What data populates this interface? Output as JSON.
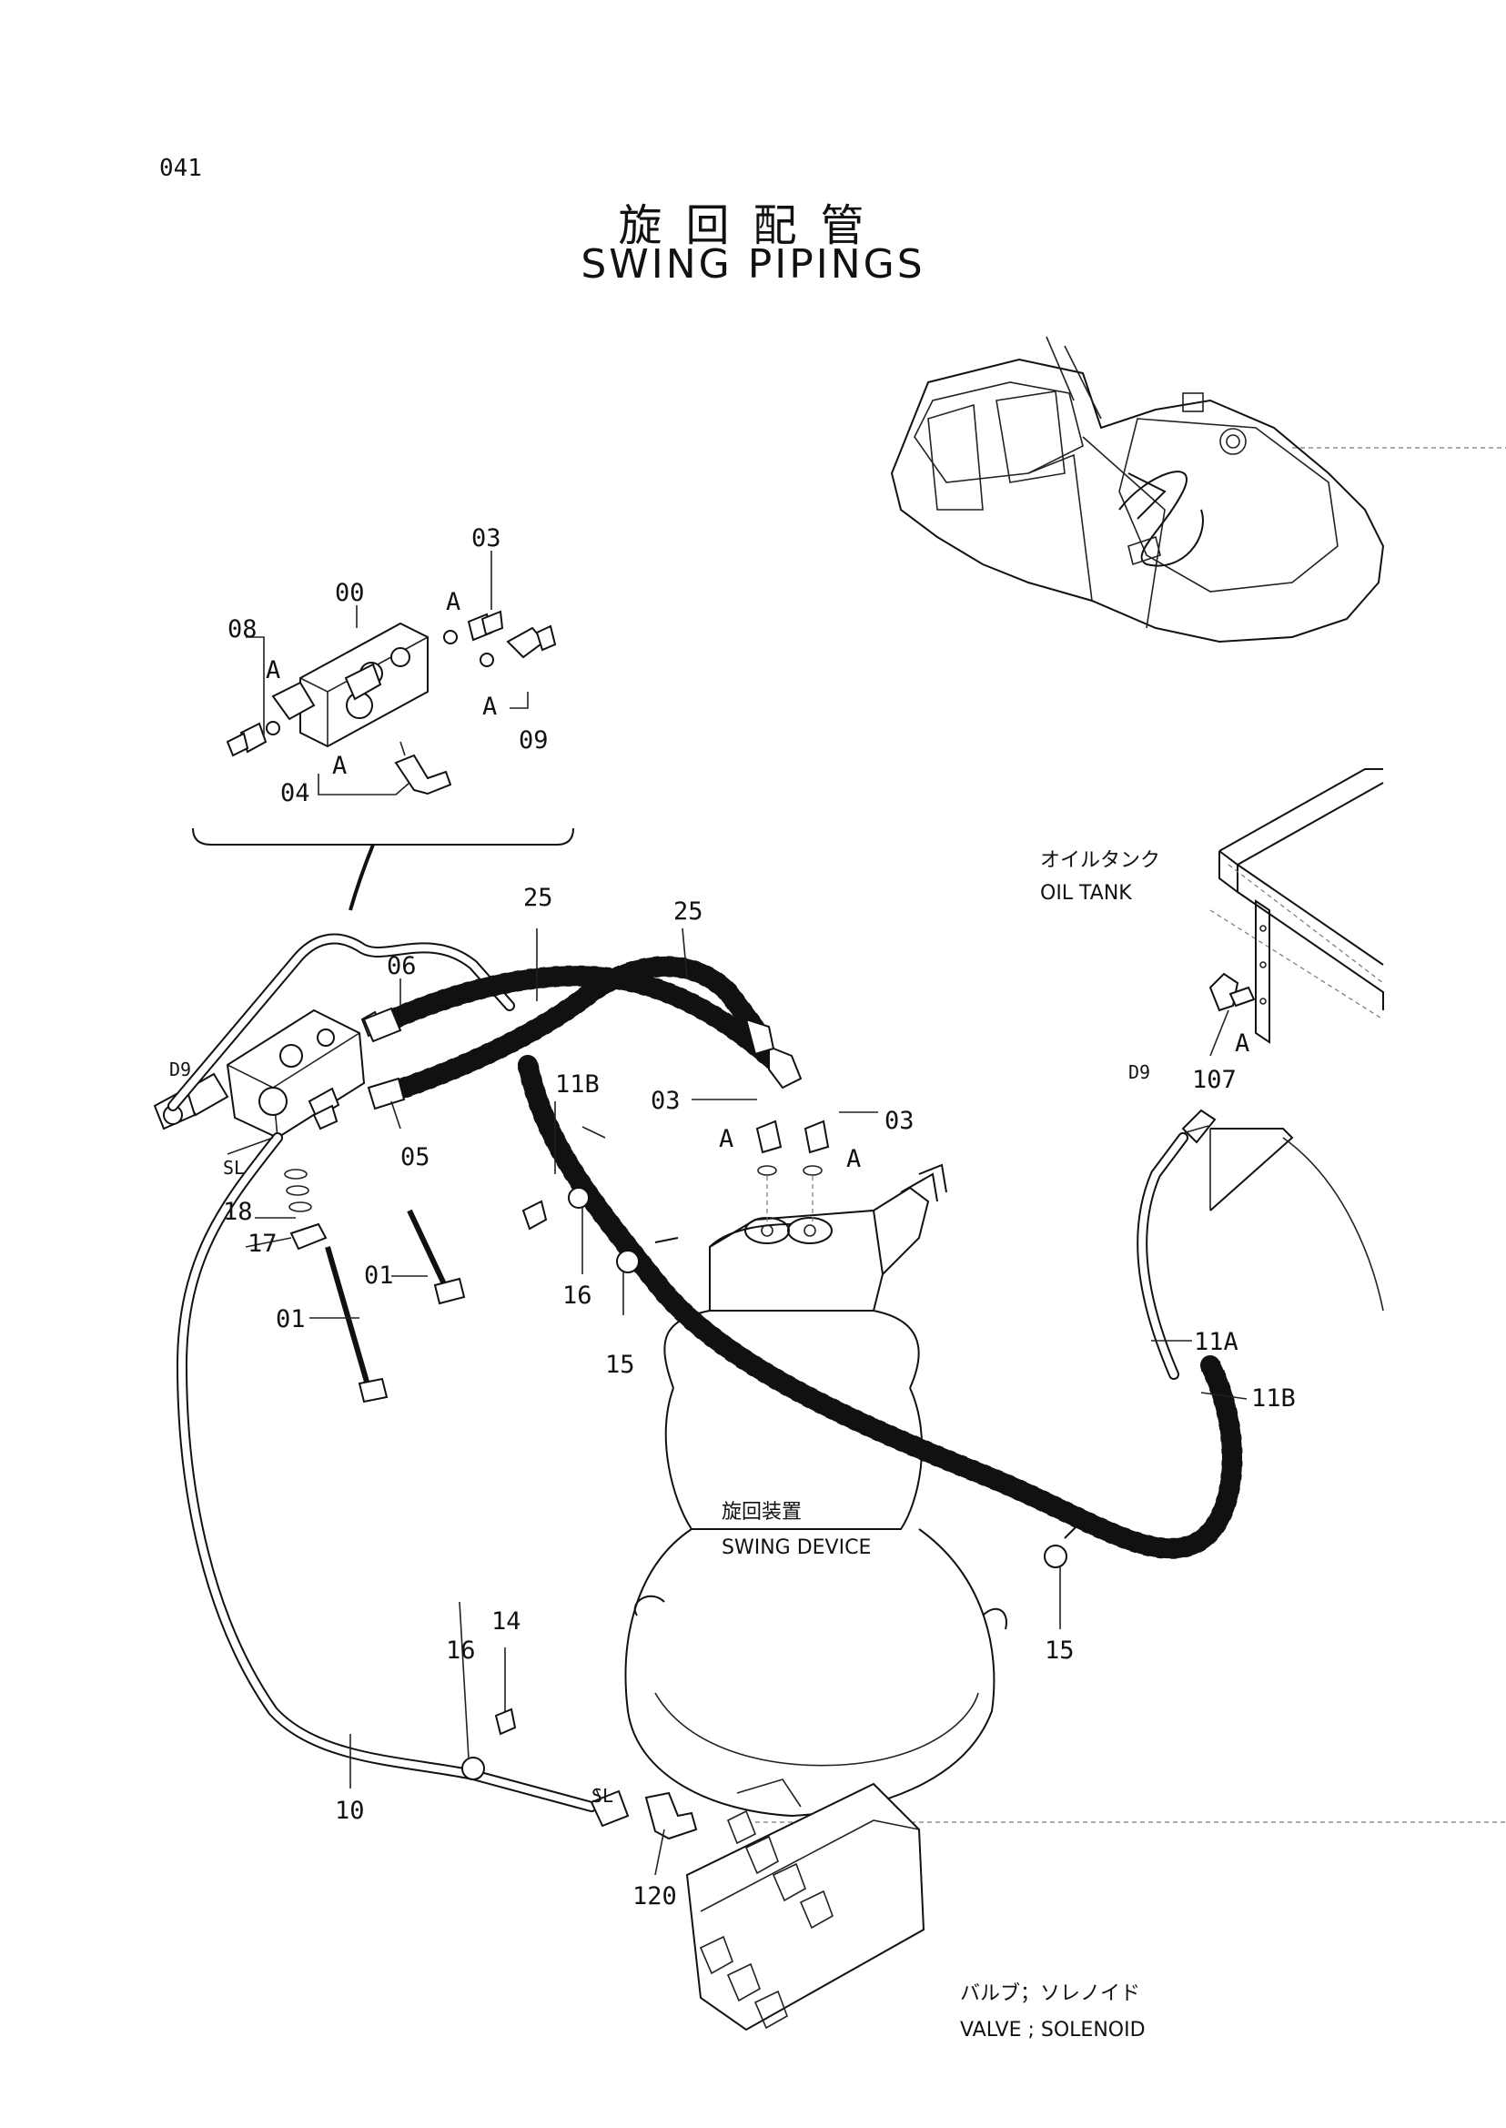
{
  "page_number": "041",
  "title_jp": "旋回配管",
  "title_en": "SWING PIPINGS",
  "components": {
    "oil_tank_jp": "オイルタンク",
    "oil_tank_en": "OIL TANK",
    "swing_device_jp": "旋回装置",
    "swing_device_en": "SWING DEVICE",
    "valve_jp": "バルブ；ソレノイド",
    "valve_en": "VALVE ; SOLENOID"
  },
  "callouts": {
    "p00": "00",
    "p01a": "01",
    "p01b": "01",
    "p03_detail": "03",
    "p03_left": "03",
    "p03_right": "03",
    "p04": "04",
    "p05": "05",
    "p06": "06",
    "p08": "08",
    "p09": "09",
    "p10": "10",
    "p11a": "11A",
    "p11b_top": "11B",
    "p11b_right": "11B",
    "p14": "14",
    "p15_left": "15",
    "p15_right": "15",
    "p16_top": "16",
    "p16_bottom": "16",
    "p17": "17",
    "p18": "18",
    "p25_left": "25",
    "p25_right": "25",
    "p107": "107",
    "p120": "120",
    "sl_top": "SL",
    "sl_bottom": "SL",
    "d9_left": "D9",
    "d9_right": "D9",
    "a_markers": [
      "A",
      "A",
      "A",
      "A",
      "A",
      "A",
      "A"
    ]
  },
  "icons": {
    "excavator": "excavator-outline-icon",
    "solenoid_valve": "solenoid-valve-icon"
  }
}
